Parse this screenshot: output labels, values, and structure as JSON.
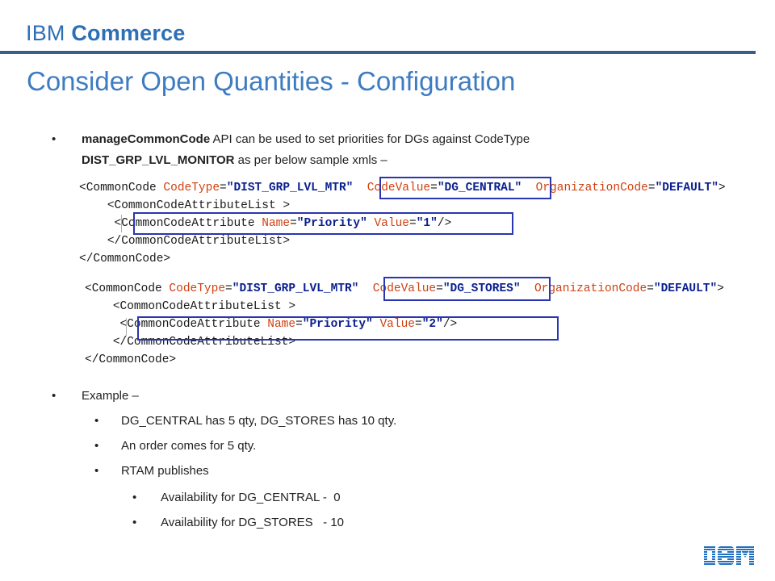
{
  "header": {
    "brand_ibm": "IBM",
    "brand_commerce": "Commerce",
    "title": "Consider Open Quantities - Configuration"
  },
  "bullet1": {
    "api": "manageCommonCode",
    "text1": " API can be used to set priorities for DGs against CodeType",
    "codetype": "DIST_GRP_LVL_MONITOR",
    "text2": " as per below sample xmls –"
  },
  "xml_samples": [
    {
      "code_type": "\"DIST_GRP_LVL_MTR\"",
      "code_value": "\"DG_CENTRAL\"",
      "org_code": "\"DEFAULT\"",
      "priority_name": "\"Priority\"",
      "priority_value": "\"1\""
    },
    {
      "code_type": "\"DIST_GRP_LVL_MTR\"",
      "code_value": "\"DG_STORES\"",
      "org_code": "\"DEFAULT\"",
      "priority_name": "\"Priority\"",
      "priority_value": "\"2\""
    }
  ],
  "xml_tokens": {
    "open_cc": "<CommonCode",
    "attr_codetype": " CodeType",
    "attr_codevalue": "CodeValue",
    "attr_org": "OrganizationCode",
    "attr_name": "Name",
    "attr_value": "Value",
    "eq": "=",
    "close_gt": ">",
    "open_list": "<CommonCodeAttributeList >",
    "open_attr": "<CommonCodeAttribute",
    "self_close": "/>",
    "close_list": "</CommonCodeAttributeList>",
    "close_cc": "</CommonCode>"
  },
  "example": {
    "heading": "Example –",
    "items": [
      "DG_CENTRAL has 5 qty, DG_STORES has 10 qty.",
      "An order comes for 5 qty.",
      "RTAM publishes"
    ],
    "subitems": [
      "Availability for DG_CENTRAL -  0",
      "Availability for DG_STORES   - 10"
    ]
  },
  "footer": {
    "logo": "IBM"
  },
  "colors": {
    "brand": "#2d6fb5",
    "title": "#3d7cc2",
    "box": "#2a35b0",
    "attr": "#d04010",
    "value": "#0a1f8f"
  }
}
